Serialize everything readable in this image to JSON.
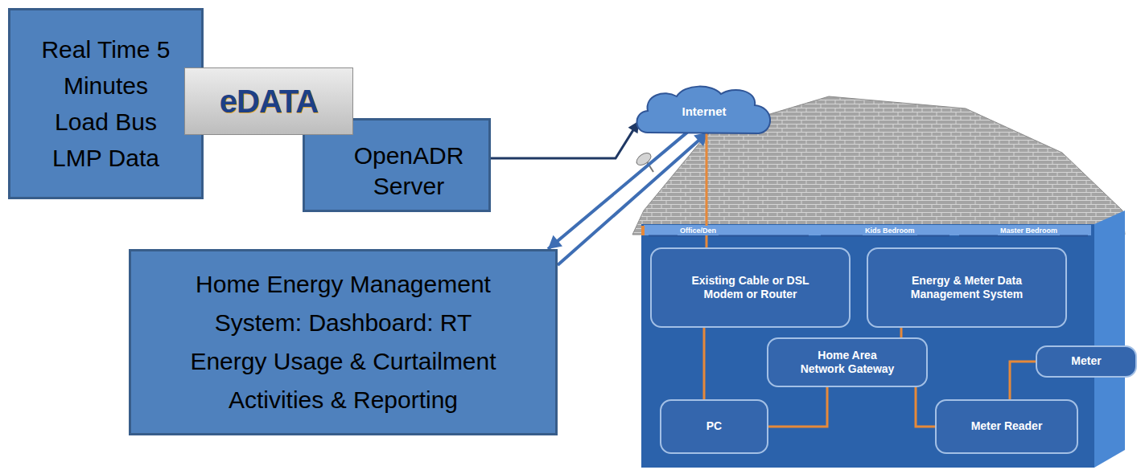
{
  "diagram": {
    "nodes": [
      {
        "text": [
          "Real Time 5 Minutes Load Bus LMP Data"
        ]
      },
      {
        "text": [
          "eDATA"
        ]
      },
      {
        "text": [
          "OpenADR Server"
        ]
      },
      {
        "text": [
          "Internet"
        ]
      },
      {
        "text": [
          "Home Energy Management System: Dashboard: RT Energy Usage & Curtailment Activities & Reporting"
        ]
      },
      {
        "text": [
          "Existing Cable or DSL Modem or Router"
        ]
      },
      {
        "text": [
          "Energy & Meter Data Management System"
        ]
      },
      {
        "text": [
          "Home Area Network Gateway"
        ]
      },
      {
        "text": [
          "Meter"
        ]
      },
      {
        "text": [
          "PC"
        ]
      },
      {
        "text": [
          "Meter Reader"
        ]
      }
    ],
    "edges": [
      {
        "from": 2,
        "to": 3,
        "arrow": "to"
      },
      {
        "from": 3,
        "to": 4,
        "arrow": "to"
      },
      {
        "from": 4,
        "to": 3,
        "arrow": "to"
      },
      {
        "from": 3,
        "to": 5,
        "arrow": "none"
      },
      {
        "from": 5,
        "to": 9,
        "arrow": "none"
      },
      {
        "from": 9,
        "to": 7,
        "arrow": "none"
      },
      {
        "from": 7,
        "to": 6,
        "arrow": "none"
      },
      {
        "from": 7,
        "to": 10,
        "arrow": "none"
      },
      {
        "from": 10,
        "to": 8,
        "arrow": "none"
      }
    ],
    "labels": [
      "Office/Den",
      "Kids Bedroom",
      "Master Bedroom"
    ]
  }
}
